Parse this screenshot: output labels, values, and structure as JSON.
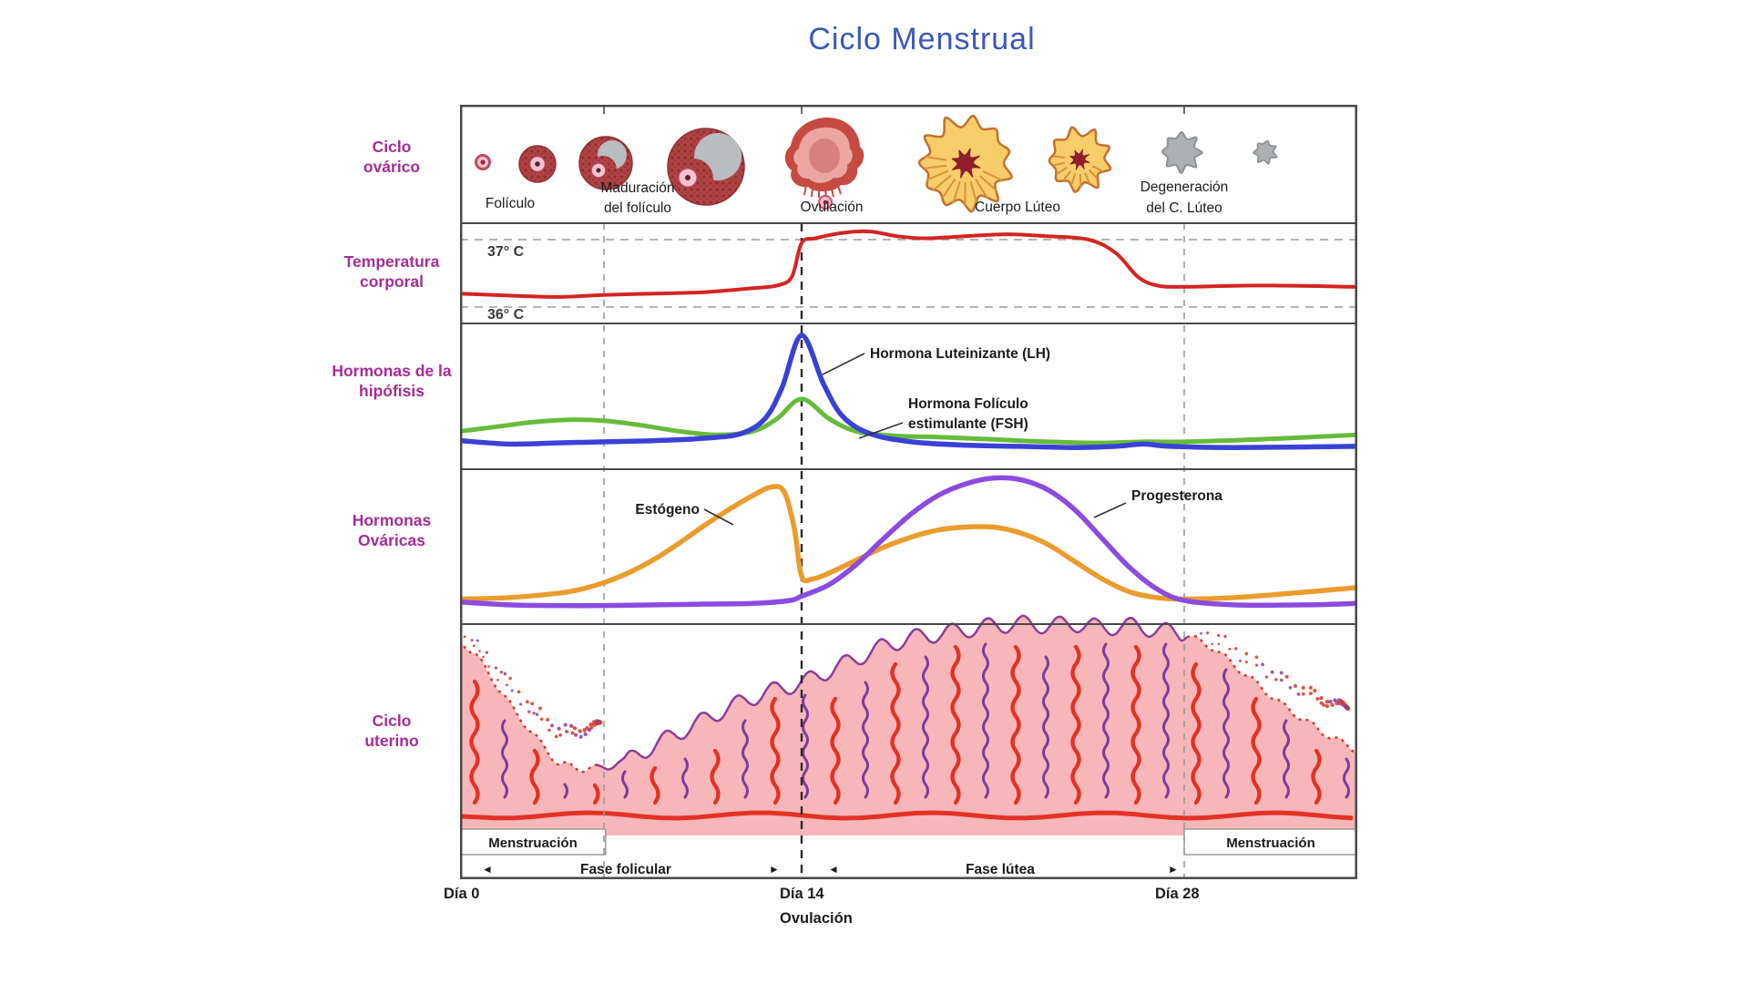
{
  "title": "Ciclo Menstrual",
  "colors": {
    "title": "#3b57b8",
    "row_label": "#a62c96",
    "frame": "#484848",
    "grid_dashed": "#9a9a9a",
    "ovulation_line": "#2b2b2b",
    "temperature_curve": "#d42422",
    "lh_curve": "#3a41d6",
    "fsh_curve": "#67bb3a",
    "estrogen_curve": "#eb9c2c",
    "progesterone_curve": "#8b4be0",
    "endometrium_fill": "#f7b6ba",
    "vessel_red": "#e23222",
    "gland_purple": "#7e3aa0",
    "luteum_yellow": "#f7cd69",
    "follicle_red": "#b24343",
    "degeneration_gray": "#adb0b2"
  },
  "row_labels": {
    "ovarian_1": "Ciclo",
    "ovarian_2": "ovárico",
    "temperature_1": "Temperatura",
    "temperature_2": "corporal",
    "pituitary_1": "Hormonas de la",
    "pituitary_2": "hipófisis",
    "ovarian_hormones_1": "Hormonas",
    "ovarian_hormones_2": "Ováricas",
    "uterine_1": "Ciclo",
    "uterine_2": "uterino"
  },
  "ovarian_cycle": {
    "stage_follicle": "Folículo",
    "stage_maturation_1": "Maduración",
    "stage_maturation_2": "del folículo",
    "stage_ovulation": "Ovulación",
    "stage_corpus_luteum": "Cuerpo Lúteo",
    "stage_degeneration_1": "Degeneración",
    "stage_degeneration_2": "del C. Lúteo"
  },
  "temperature_axis": {
    "high": "37° C",
    "low": "36° C"
  },
  "hormone_labels": {
    "lh": "Hormona Luteinizante (LH)",
    "fsh_1": "Hormona Folículo",
    "fsh_2": "estimulante (FSH)",
    "estrogen": "Estógeno",
    "progesterone": "Progesterona"
  },
  "uterine_cycle": {
    "menstruation_left": "Menstruación",
    "menstruation_right": "Menstruación"
  },
  "phases": {
    "follicular": "Fase folicular",
    "luteal": "Fase lútea",
    "arrow_left": "◄",
    "arrow_right": "►"
  },
  "timeline": {
    "day0": "Día 0",
    "day14": "Día 14",
    "day14_sub": "Ovulación",
    "day28": "Día 28"
  },
  "chart_data": {
    "type": "line",
    "x_unit": "día",
    "x_range": [
      0,
      31.5
    ],
    "day_ticks": [
      0,
      14,
      28
    ],
    "grid": "dashed verticals at day 4.5, 14 (ovulación), 28; dashed horizontals at 36°C and 37°C",
    "legend_position": "inline annotations",
    "series": [
      {
        "name": "Temperatura corporal",
        "color": "#d42422",
        "unit": "°C",
        "points": [
          [
            0,
            36.2
          ],
          [
            2,
            36.17
          ],
          [
            4,
            36.15
          ],
          [
            6,
            36.18
          ],
          [
            8,
            36.2
          ],
          [
            10,
            36.22
          ],
          [
            12,
            36.28
          ],
          [
            13,
            36.32
          ],
          [
            13.6,
            36.45
          ],
          [
            14,
            36.95
          ],
          [
            14.5,
            37.02
          ],
          [
            15.5,
            37.1
          ],
          [
            16.5,
            37.12
          ],
          [
            17.5,
            37.05
          ],
          [
            18.5,
            37.02
          ],
          [
            20,
            37.05
          ],
          [
            21.5,
            37.08
          ],
          [
            23,
            37.05
          ],
          [
            24.5,
            37.0
          ],
          [
            25.5,
            36.8
          ],
          [
            26.3,
            36.45
          ],
          [
            27,
            36.32
          ],
          [
            28,
            36.3
          ],
          [
            29.5,
            36.32
          ],
          [
            31.5,
            36.3
          ]
        ]
      },
      {
        "name": "Hormona Luteinizante (LH)",
        "color": "#3a41d6",
        "unit": "nivel relativo 0-100",
        "points": [
          [
            0,
            9
          ],
          [
            2,
            6
          ],
          [
            4,
            7
          ],
          [
            6,
            8
          ],
          [
            8,
            9
          ],
          [
            10,
            11
          ],
          [
            11.5,
            15
          ],
          [
            12.5,
            28
          ],
          [
            13.2,
            55
          ],
          [
            14,
            100
          ],
          [
            14.8,
            58
          ],
          [
            15.5,
            30
          ],
          [
            16.5,
            15
          ],
          [
            18,
            8
          ],
          [
            20,
            5
          ],
          [
            22,
            4
          ],
          [
            24,
            3
          ],
          [
            25.5,
            4
          ],
          [
            26.5,
            6
          ],
          [
            27.5,
            4
          ],
          [
            29,
            3
          ],
          [
            31.5,
            4
          ]
        ]
      },
      {
        "name": "Hormona Folículo estimulante (FSH)",
        "color": "#67bb3a",
        "unit": "nivel relativo 0-100",
        "points": [
          [
            0,
            17
          ],
          [
            1.5,
            21
          ],
          [
            3,
            25
          ],
          [
            4.5,
            27
          ],
          [
            6,
            26
          ],
          [
            7.5,
            22
          ],
          [
            9,
            17
          ],
          [
            10.5,
            14
          ],
          [
            12,
            17
          ],
          [
            13,
            28
          ],
          [
            14,
            45
          ],
          [
            15,
            28
          ],
          [
            16,
            17
          ],
          [
            17.5,
            13
          ],
          [
            19,
            12
          ],
          [
            21,
            10
          ],
          [
            23,
            8
          ],
          [
            25,
            7
          ],
          [
            26.5,
            8
          ],
          [
            28,
            8
          ],
          [
            29.5,
            10
          ],
          [
            31.5,
            14
          ]
        ]
      },
      {
        "name": "Estógeno",
        "color": "#eb9c2c",
        "unit": "nivel relativo 0-100",
        "points": [
          [
            0,
            6
          ],
          [
            2,
            7
          ],
          [
            4,
            10
          ],
          [
            5,
            13
          ],
          [
            6,
            18
          ],
          [
            7,
            25
          ],
          [
            8,
            34
          ],
          [
            9,
            45
          ],
          [
            10,
            57
          ],
          [
            11,
            68
          ],
          [
            12,
            78
          ],
          [
            12.8,
            84
          ],
          [
            13.3,
            80
          ],
          [
            13.7,
            55
          ],
          [
            14,
            22
          ],
          [
            14.4,
            20
          ],
          [
            15,
            24
          ],
          [
            16,
            33
          ],
          [
            17,
            42
          ],
          [
            18,
            49
          ],
          [
            19,
            54
          ],
          [
            20,
            56
          ],
          [
            21,
            56
          ],
          [
            22,
            52
          ],
          [
            23,
            44
          ],
          [
            24,
            32
          ],
          [
            25,
            20
          ],
          [
            26,
            11
          ],
          [
            27,
            7
          ],
          [
            28,
            6
          ],
          [
            29,
            7
          ],
          [
            30.5,
            11
          ],
          [
            31.5,
            14
          ]
        ]
      },
      {
        "name": "Progesterona",
        "color": "#8b4be0",
        "unit": "nivel relativo 0-100",
        "points": [
          [
            0,
            4
          ],
          [
            2,
            2
          ],
          [
            4,
            1.5
          ],
          [
            6,
            1.5
          ],
          [
            8,
            2
          ],
          [
            10,
            2.5
          ],
          [
            12,
            3
          ],
          [
            13.5,
            5
          ],
          [
            14,
            8
          ],
          [
            15,
            16
          ],
          [
            16,
            30
          ],
          [
            17,
            48
          ],
          [
            18,
            65
          ],
          [
            19,
            78
          ],
          [
            20,
            86
          ],
          [
            21,
            90
          ],
          [
            22,
            89
          ],
          [
            23,
            82
          ],
          [
            24,
            68
          ],
          [
            25,
            48
          ],
          [
            26,
            28
          ],
          [
            27,
            13
          ],
          [
            28,
            5
          ],
          [
            29,
            2
          ],
          [
            30.5,
            2
          ],
          [
            31.5,
            3
          ]
        ]
      },
      {
        "name": "Grosor endometrial",
        "color": "#f7b6ba",
        "unit": "grosor relativo",
        "points": [
          [
            0,
            9
          ],
          [
            0.7,
            8.2
          ],
          [
            1.5,
            6.8
          ],
          [
            2.2,
            5.6
          ],
          [
            3,
            4.4
          ],
          [
            4,
            3
          ],
          [
            5,
            2.7
          ],
          [
            6,
            2.8
          ],
          [
            7,
            3.2
          ],
          [
            8,
            3.9
          ],
          [
            9,
            4.5
          ],
          [
            10,
            5.1
          ],
          [
            11,
            5.7
          ],
          [
            12,
            6.2
          ],
          [
            13,
            6.6
          ],
          [
            14,
            6.9
          ],
          [
            15,
            7.5
          ],
          [
            16,
            8.1
          ],
          [
            17,
            8.7
          ],
          [
            18,
            9.1
          ],
          [
            19,
            9.3
          ],
          [
            20,
            9.5
          ],
          [
            21,
            9.7
          ],
          [
            22,
            9.8
          ],
          [
            23,
            9.7
          ],
          [
            24,
            9.8
          ],
          [
            25,
            9.6
          ],
          [
            26,
            9.7
          ],
          [
            27,
            9.5
          ],
          [
            28,
            9.3
          ],
          [
            28.6,
            8.6
          ],
          [
            29.3,
            7.2
          ],
          [
            30,
            5.8
          ],
          [
            30.8,
            4.5
          ],
          [
            31.5,
            3.6
          ]
        ]
      }
    ]
  }
}
